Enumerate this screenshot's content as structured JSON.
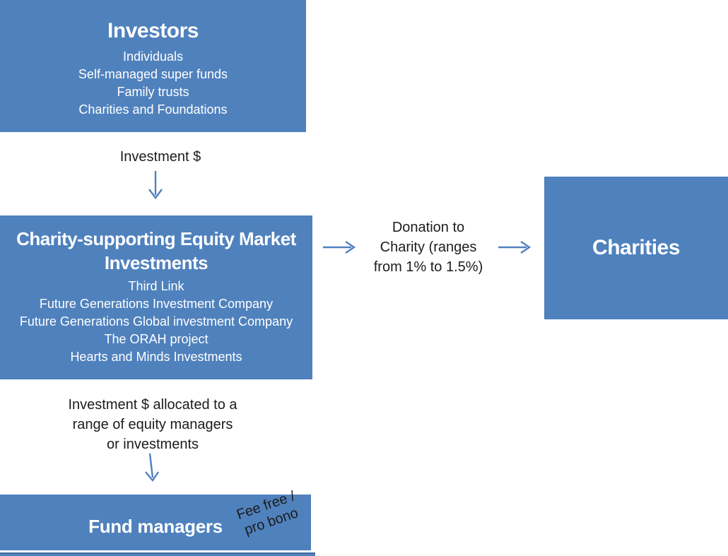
{
  "colors": {
    "box_fill": "#4F81BD",
    "box_text": "#FFFFFF",
    "arrow": "#5080C0",
    "label_text": "#1C1C1C",
    "strip_border": "#41699F"
  },
  "boxes": {
    "investors": {
      "title": "Investors",
      "items": [
        "Individuals",
        "Self-managed super funds",
        "Family trusts",
        "Charities and Foundations"
      ]
    },
    "cemi": {
      "title_lines": [
        "Charity-supporting Equity Market",
        "Investments"
      ],
      "items": [
        "Third Link",
        "Future Generations Investment Company",
        "Future Generations Global investment Company",
        "The ORAH project",
        "Hearts and Minds Investments"
      ]
    },
    "charities": {
      "title": "Charities"
    },
    "fund_managers": {
      "title": "Fund managers",
      "note_lines": [
        "Fee free /",
        "pro bono"
      ]
    }
  },
  "labels": {
    "investment": "Investment $",
    "donation_lines": [
      "Donation to",
      "Charity (ranges",
      "from 1% to 1.5%)"
    ],
    "allocation_lines": [
      "Investment $ allocated to a",
      "range of equity managers",
      "or investments"
    ]
  }
}
